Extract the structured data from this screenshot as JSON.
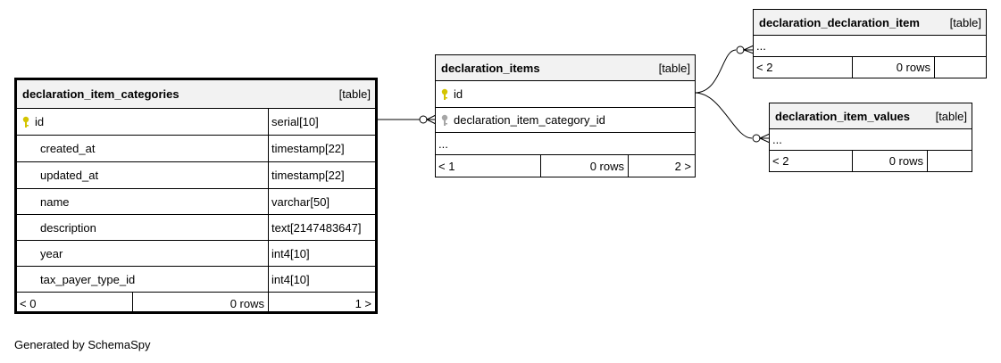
{
  "footer": "Generated by SchemaSpy",
  "colors": {
    "pk_key": "#d4c400",
    "fk_key": "#a6a6a6",
    "header_bg": "#f2f2f2"
  },
  "tables": {
    "categories": {
      "name": "declaration_item_categories",
      "kind": "[table]",
      "columns": [
        {
          "name": "id",
          "type": "serial[10]",
          "icon": "primary-key-icon"
        },
        {
          "name": "created_at",
          "type": "timestamp[22]"
        },
        {
          "name": "updated_at",
          "type": "timestamp[22]"
        },
        {
          "name": "name",
          "type": "varchar[50]"
        },
        {
          "name": "description",
          "type": "text[2147483647]"
        },
        {
          "name": "year",
          "type": "int4[10]"
        },
        {
          "name": "tax_payer_type_id",
          "type": "int4[10]"
        }
      ],
      "footer": {
        "parents": "< 0",
        "rows": "0 rows",
        "children": "1 >"
      }
    },
    "items": {
      "name": "declaration_items",
      "kind": "[table]",
      "columns": [
        {
          "name": "id",
          "icon": "primary-key-icon"
        },
        {
          "name": "declaration_item_category_id",
          "icon": "foreign-key-icon"
        }
      ],
      "more": "...",
      "footer": {
        "parents": "< 1",
        "rows": "0 rows",
        "children": "2 >"
      }
    },
    "decl_item": {
      "name": "declaration_declaration_item",
      "kind": "[table]",
      "more": "...",
      "footer": {
        "parents": "< 2",
        "rows": "0 rows",
        "children": ""
      }
    },
    "values": {
      "name": "declaration_item_values",
      "kind": "[table]",
      "more": "...",
      "footer": {
        "parents": "< 2",
        "rows": "0 rows",
        "children": ""
      }
    }
  }
}
